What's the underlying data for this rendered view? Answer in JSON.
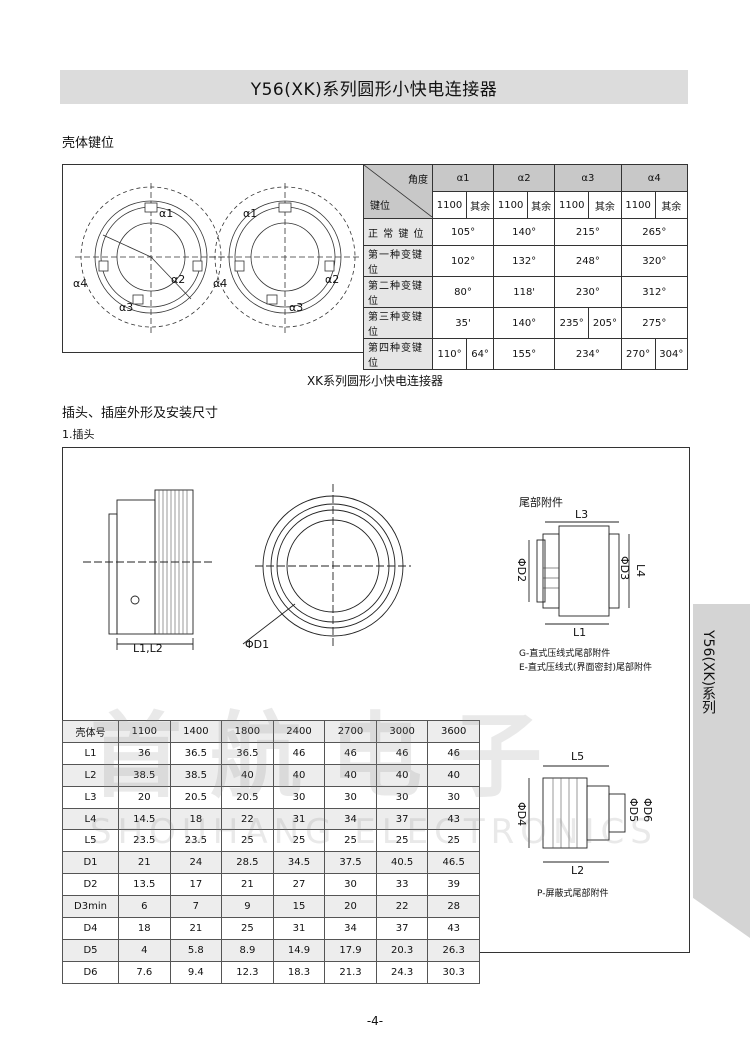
{
  "title": "Y56(XK)系列圆形小快电连接器",
  "section1": "壳体键位",
  "key_table": {
    "corner_top": "角度",
    "corner_bottom": "键位",
    "alphas": [
      "α1",
      "α2",
      "α3",
      "α4"
    ],
    "sub": [
      "1100",
      "其余"
    ],
    "rows": [
      {
        "label": "正 常 键 位",
        "cells": [
          "105°",
          "140°",
          "215°",
          "265°"
        ]
      },
      {
        "label": "第一种变键位",
        "cells": [
          "102°",
          "132°",
          "248°",
          "320°"
        ]
      },
      {
        "label": "第二种变键位",
        "cells": [
          "80°",
          "118'",
          "230°",
          "312°"
        ]
      },
      {
        "label": "第三种变键位",
        "cells": [
          "35'",
          "140°",
          "235°",
          "205°",
          "275°"
        ]
      },
      {
        "label": "第四种变键位",
        "cells": [
          "110°",
          "64°",
          "155°",
          "234°",
          "270°",
          "304°"
        ]
      }
    ]
  },
  "diagram_labels": {
    "a1": "α1",
    "a2": "α2",
    "a3": "α3",
    "a4": "α4"
  },
  "subtitle": "XK系列圆形小快电连接器",
  "section2": "插头、插座外形及安装尺寸",
  "section2_sub": "1.插头",
  "plug_labels": {
    "l1l2": "L1,L2",
    "d1": "ΦD1"
  },
  "tail1": {
    "title": "尾部附件",
    "L3": "L3",
    "D2": "ΦD2",
    "D3": "ΦD3",
    "L4": "L4",
    "L1": "L1",
    "caption1": "G-直式压线式尾部附件",
    "caption2": "E-直式压线式(界面密封)尾部附件"
  },
  "tail2": {
    "L5": "L5",
    "D4": "ΦD4",
    "D5": "ΦD5",
    "D6": "ΦD6",
    "L2": "L2",
    "caption": "P-屏蔽式尾部附件"
  },
  "dim_table": {
    "header": [
      "壳体号",
      "1100",
      "1400",
      "1800",
      "2400",
      "2700",
      "3000",
      "3600"
    ],
    "rows": [
      [
        "L1",
        "36",
        "36.5",
        "36.5",
        "46",
        "46",
        "46",
        "46"
      ],
      [
        "L2",
        "38.5",
        "38.5",
        "40",
        "40",
        "40",
        "40",
        "40"
      ],
      [
        "L3",
        "20",
        "20.5",
        "20.5",
        "30",
        "30",
        "30",
        "30"
      ],
      [
        "L4",
        "14.5",
        "18",
        "22",
        "31",
        "34",
        "37",
        "43"
      ],
      [
        "L5",
        "23.5",
        "23.5",
        "25",
        "25",
        "25",
        "25",
        "25"
      ],
      [
        "D1",
        "21",
        "24",
        "28.5",
        "34.5",
        "37.5",
        "40.5",
        "46.5"
      ],
      [
        "D2",
        "13.5",
        "17",
        "21",
        "27",
        "30",
        "33",
        "39"
      ],
      [
        "D3min",
        "6",
        "7",
        "9",
        "15",
        "20",
        "22",
        "28"
      ],
      [
        "D4",
        "18",
        "21",
        "25",
        "31",
        "34",
        "37",
        "43"
      ],
      [
        "D5",
        "4",
        "5.8",
        "8.9",
        "14.9",
        "17.9",
        "20.3",
        "26.3"
      ],
      [
        "D6",
        "7.6",
        "9.4",
        "12.3",
        "18.3",
        "21.3",
        "24.3",
        "30.3"
      ]
    ]
  },
  "watermark": {
    "cn": "首航电子",
    "en": "SHOUHANG ELECTRONICS"
  },
  "side_tab": "Y56(XK)系列",
  "page_number": "-4-"
}
